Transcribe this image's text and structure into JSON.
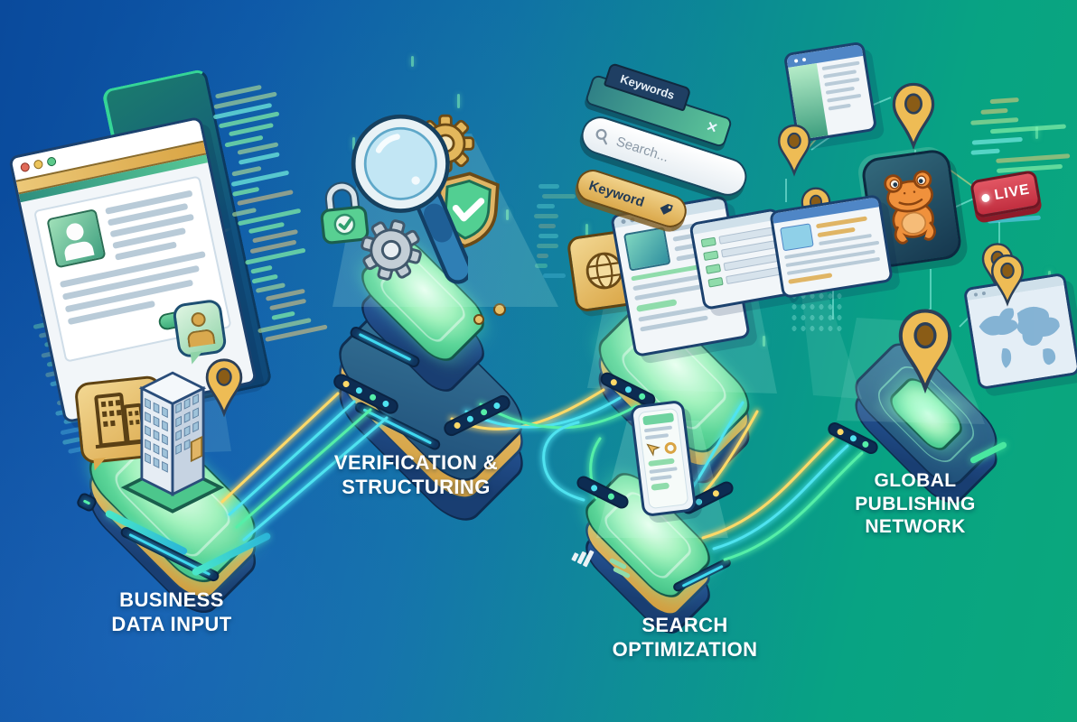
{
  "diagram": {
    "type": "isometric-process-flow",
    "flow": [
      "business-data-input",
      "verification-structuring",
      "search-optimization",
      "global-publishing-network"
    ]
  },
  "stages": [
    {
      "id": "business-data-input",
      "label_lines": [
        "BUSINESS",
        "DATA INPUT"
      ]
    },
    {
      "id": "verification-structuring",
      "label_lines": [
        "VERIFICATION &",
        "STRUCTURING"
      ]
    },
    {
      "id": "search-optimization",
      "label_lines": [
        "SEARCH",
        "OPTIMIZATION"
      ]
    },
    {
      "id": "global-publishing-network",
      "label_lines": [
        "GLOBAL",
        "PUBLISHING",
        "NETWORK"
      ]
    }
  ],
  "search_ui": {
    "keywords_tab_label": "Keywords",
    "search_placeholder": "Search...",
    "close_glyph": "✕",
    "keyword_pill_label": "Keyword"
  },
  "live_badge": {
    "label": "LIVE"
  },
  "icons": [
    "magnifier-icon",
    "gear-icon",
    "padlock-check-icon",
    "shield-check-icon",
    "location-pin-icon",
    "office-building-icon",
    "building-speech-bubble-icon",
    "person-speech-bubble-icon",
    "profile-avatar-icon",
    "globe-icon",
    "frog-app-icon",
    "world-map-icon",
    "live-badge",
    "bar-chart-icon",
    "tag-icon",
    "search-icon",
    "close-icon",
    "browser-window-icon",
    "smartphone-icon"
  ],
  "palette": {
    "background_blue": "#0a4a9c",
    "background_green": "#0ba87c",
    "platform_navy": "#1b4076",
    "platform_glow_green": "#5bd598",
    "trim_gold": "#d9a443",
    "cable_cyan": "#4fe3f0",
    "cable_green": "#55efa8",
    "cable_gold": "#ffd968",
    "live_red": "#c12e3f",
    "frog_orange": "#f0913c",
    "window_white": "#f2f6f9"
  }
}
